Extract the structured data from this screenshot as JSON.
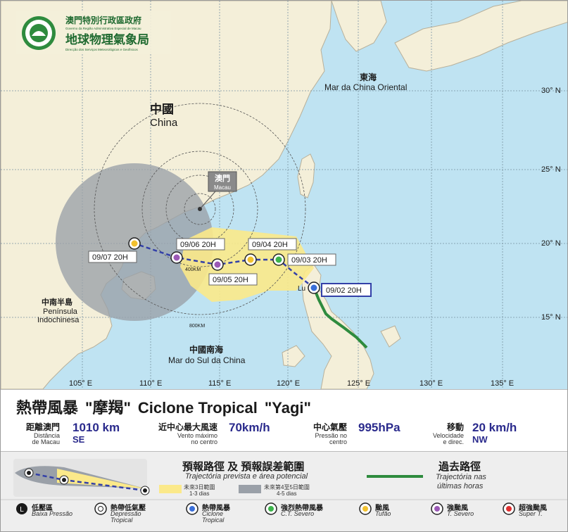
{
  "agency": {
    "name_zh_top": "澳門特別行政區政府",
    "name_pt_top": "Governo da Região Administrativa Especial de Macau",
    "name_zh": "地球物理氣象局",
    "name_pt": "Direcção dos Serviços Meteorológicos e Geofísicos"
  },
  "map": {
    "lat_labels": [
      "30° N",
      "25° N",
      "20° N",
      "15° N"
    ],
    "lon_labels": [
      "105° E",
      "110° E",
      "115° E",
      "120° E",
      "125° E",
      "130° E",
      "135° E"
    ],
    "places": {
      "china_zh": "中國",
      "china_pt": "China",
      "ecs_zh": "東海",
      "ecs_pt": "Mar da China Oriental",
      "macau_zh": "澳門",
      "macau_pt": "Macau",
      "scs_zh": "中國南海",
      "scs_pt": "Mar do Sul da China",
      "indo_zh": "中南半島",
      "indo_pt1": "Península",
      "indo_pt2": "Indochinesa",
      "luzon": "Lu"
    },
    "range_400": "400KM",
    "range_800": "800KM",
    "track_labels": [
      "09/02 20H",
      "09/03 20H",
      "09/04 20H",
      "09/05 20H",
      "09/06 20H",
      "09/07 20H"
    ]
  },
  "storm": {
    "category_zh": "熱帶風暴",
    "name_zh": "\"摩羯\"",
    "category_pt": "Ciclone Tropical",
    "name_pt": "\"Yagi\"",
    "distance_label_zh": "距離澳門",
    "distance_label_pt1": "Distância",
    "distance_label_pt2": "de Macau",
    "distance_value": "1010 km",
    "distance_dir": "SE",
    "wind_label_zh": "近中心最大風速",
    "wind_label_pt1": "Vento máximo",
    "wind_label_pt2": "no centro",
    "wind_value": "70km/h",
    "pressure_label_zh": "中心氣壓",
    "pressure_label_pt1": "Pressão no",
    "pressure_label_pt2": "centro",
    "pressure_value": "995hPa",
    "move_label_zh": "移動",
    "move_label_pt1": "Velocidade",
    "move_label_pt2": "e direc.",
    "move_value": "20 km/h",
    "move_dir": "NW"
  },
  "legend": {
    "forecast_zh": "預報路徑 及 預報誤差範圍",
    "forecast_pt": "Trajectória prevista e área potencial",
    "cone3_zh": "未來3日範圍",
    "cone3_pt": "1-3 dias",
    "cone45_zh": "未來第4至5日範圍",
    "cone45_pt": "4-5 dias",
    "past_zh": "過去路徑",
    "past_pt1": "Trajectória nas",
    "past_pt2": "últimas horas",
    "symbols": [
      {
        "zh": "低壓區",
        "pt1": "Baixa Pressão",
        "pt2": "",
        "color": "#1a1a1a"
      },
      {
        "zh": "熱帶低氣壓",
        "pt1": "Depressão",
        "pt2": "Tropical",
        "color": "#ffffff"
      },
      {
        "zh": "熱帶風暴",
        "pt1": "Ciclone",
        "pt2": "Tropical",
        "color": "#3a6fd8"
      },
      {
        "zh": "強烈熱帶風暴",
        "pt1": "C.T. Severo",
        "pt2": "",
        "color": "#3cb44b"
      },
      {
        "zh": "颱風",
        "pt1": "Tufão",
        "pt2": "",
        "color": "#f2c12e"
      },
      {
        "zh": "強颱風",
        "pt1": "T. Severo",
        "pt2": "",
        "color": "#9b59b6"
      },
      {
        "zh": "超強颱風",
        "pt1": "Super T.",
        "pt2": "",
        "color": "#e03030"
      }
    ]
  },
  "colors": {
    "sea": "#bfe3f2",
    "land": "#f4efd9",
    "cone3": "#fbe98a",
    "cone45": "#9aa0a8",
    "forecast_track": "#3340a8",
    "past_track": "#2e8b3e"
  }
}
